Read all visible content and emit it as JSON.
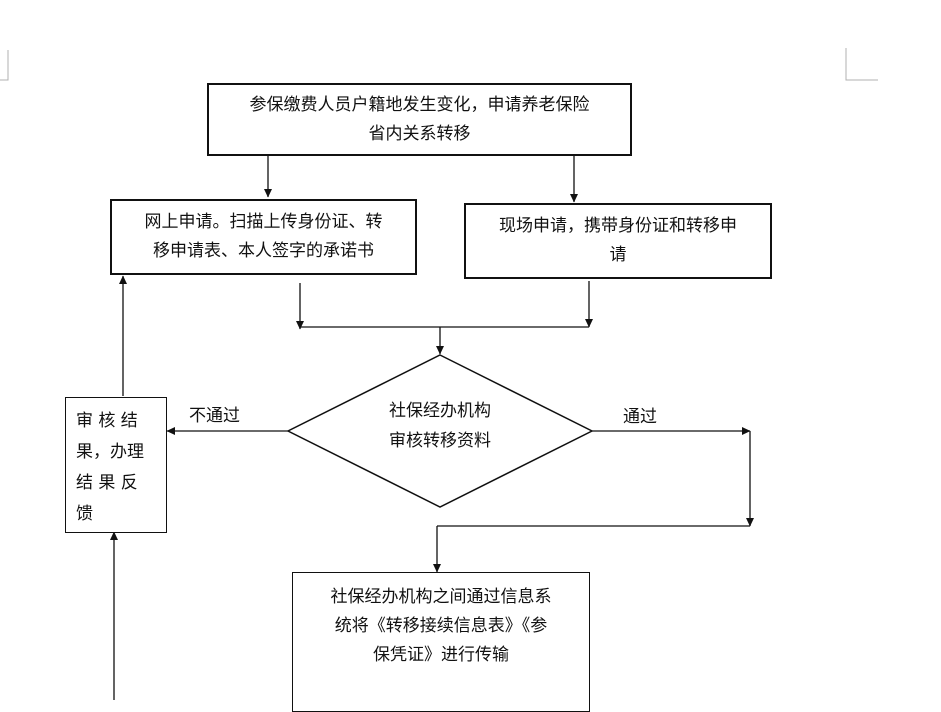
{
  "nodes": {
    "start": {
      "line1": "参保缴费人员户籍地发生变化，申请养老保险",
      "line2": "省内关系转移"
    },
    "online": {
      "line1": "网上申请。扫描上传身份证、转",
      "line2": "移申请表、本人签字的承诺书"
    },
    "onsite": {
      "line1": "现场申请，携带身份证和转移申",
      "line2": "请"
    },
    "review": {
      "line1": "社保经办机构",
      "line2": "审核转移资料"
    },
    "feedback": {
      "line1": "审 核 结",
      "line2": "果，办理",
      "line3": "结 果 反",
      "line4": "馈"
    },
    "transfer": {
      "line1": "社保经办机构之间通过信息系",
      "line2": "统将《转移接续信息表》《参",
      "line3": "保凭证》进行传输"
    }
  },
  "edges": {
    "pass_label": "通过",
    "fail_label": "不通过"
  }
}
